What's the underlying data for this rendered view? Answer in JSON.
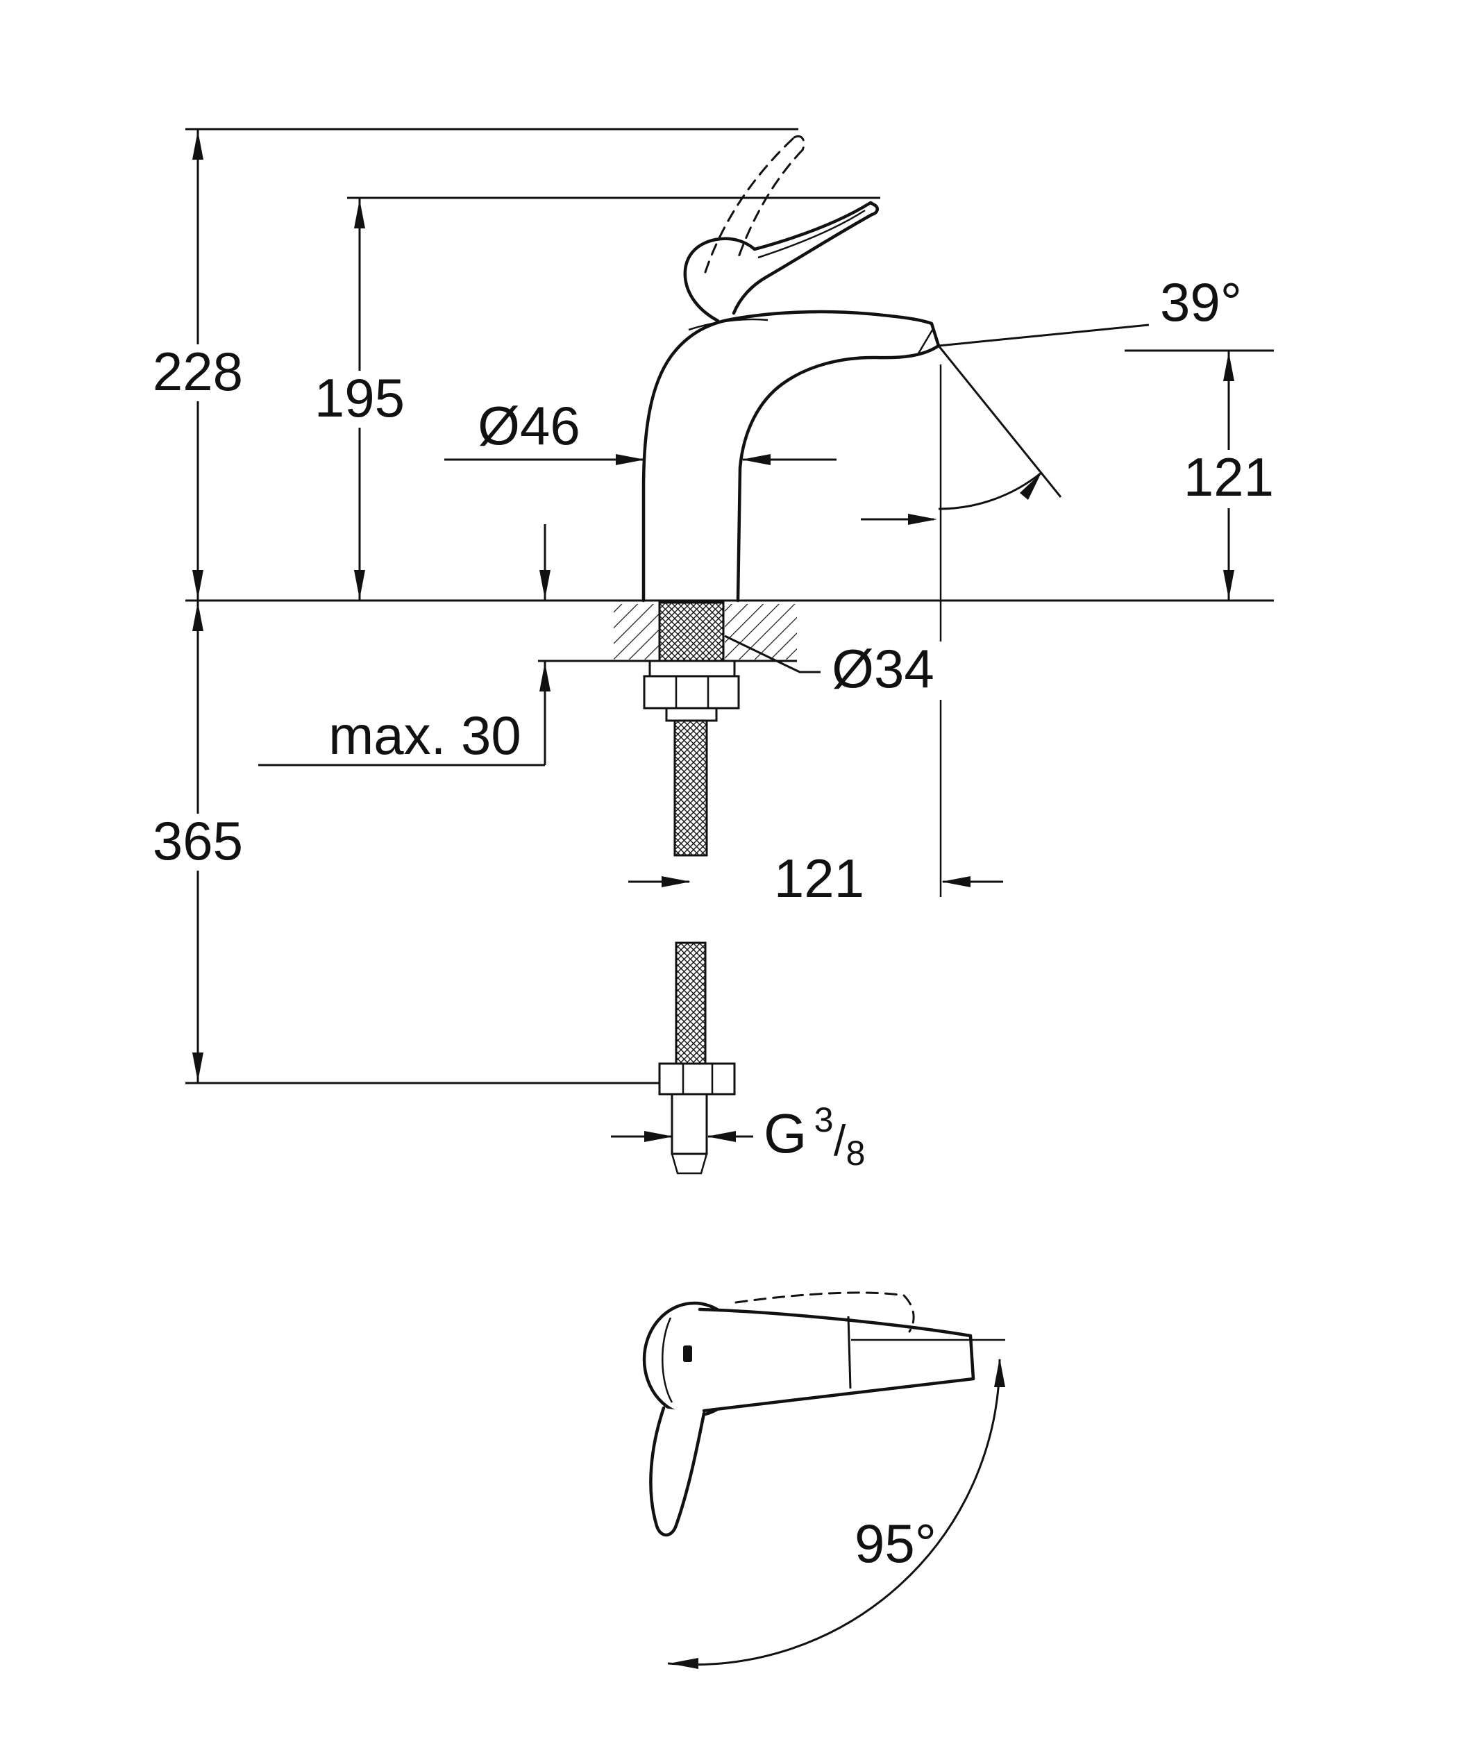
{
  "drawing": {
    "colors": {
      "line": "#111111",
      "background": "#ffffff"
    },
    "labels": {
      "overall_height": "228",
      "handle_top_height": "195",
      "body_diameter": "Ø46",
      "spout_angle": "39°",
      "outlet_height": "121",
      "max_mounting_thickness": "max. 30",
      "shank_diameter": "Ø34",
      "below_deck_length": "365",
      "spout_reach": "121",
      "swivel_angle": "95°",
      "thread": {
        "prefix": "G",
        "numerator": "3",
        "slash": "/",
        "denominator": "8"
      }
    }
  }
}
